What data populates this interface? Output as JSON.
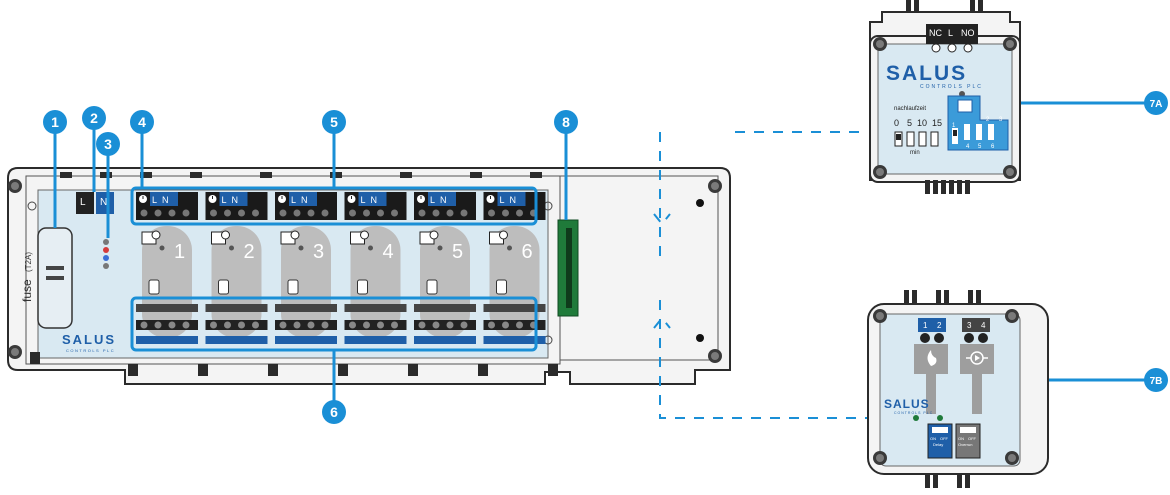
{
  "colors": {
    "accent": "#1a8fd6",
    "panel": "#d9e9f2",
    "housing": "#f2f2f2",
    "outline": "#2b2b2b",
    "relay_gray": "#bdbdbd",
    "module_blue": "#3b9bd9",
    "pcb_green": "#1f7a3a"
  },
  "callouts": {
    "c1": "1",
    "c2": "2",
    "c3": "3",
    "c4": "4",
    "c5": "5",
    "c6": "6",
    "c7a": "7A",
    "c7b": "7B",
    "c8": "8"
  },
  "main": {
    "fuse_label": "fuse",
    "fuse_rating": "(T2A)",
    "power_terminals": [
      "L",
      "N"
    ],
    "zone_terminal_labels": [
      "L",
      "N"
    ],
    "zones": [
      "1",
      "2",
      "3",
      "4",
      "5",
      "6"
    ],
    "brand": "SALUS",
    "brand_sub": "CONTROLS PLC"
  },
  "module_7a": {
    "relay_labels": [
      "NC",
      "L",
      "NO"
    ],
    "brand": "SALUS",
    "brand_sub": "CONTROLS PLC",
    "nachlaufzeit_label": "nachlaufzeit",
    "time_values": [
      "0",
      "5",
      "10",
      "15"
    ],
    "min_label": "min",
    "dip_numbers": [
      "1",
      "2",
      "3",
      "4",
      "5",
      "6"
    ]
  },
  "module_7b": {
    "terminal_labels": [
      "1",
      "2",
      "3",
      "4"
    ],
    "brand": "SALUS",
    "brand_sub": "CONTROLS PLC",
    "switch_left": [
      "ON",
      "OFF",
      "Delay"
    ],
    "switch_right": [
      "ON",
      "OFF",
      "Overrun"
    ]
  },
  "icons": [
    "flame-icon",
    "pump-icon",
    "clock-icon"
  ]
}
